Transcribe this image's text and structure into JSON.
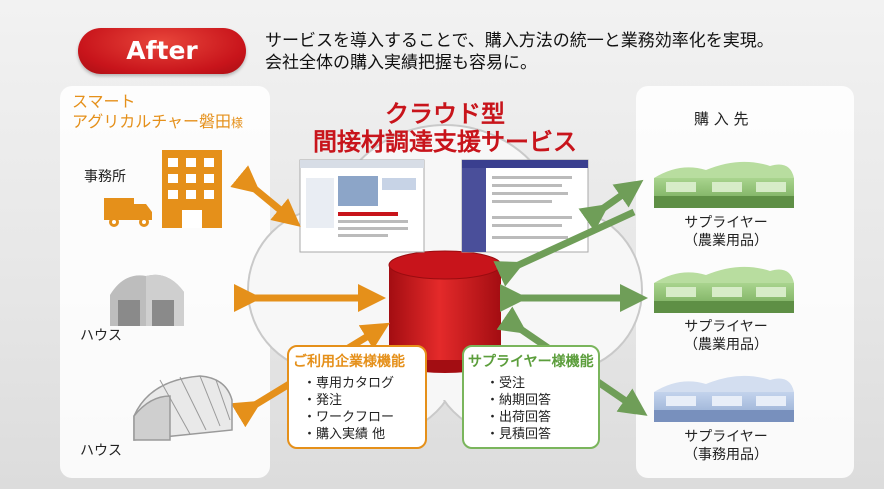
{
  "badge": "After",
  "headline": [
    "サービスを導入することで、購入方法の統一と業務効率化を実現。",
    "会社全体の購入実績把握も容易に。"
  ],
  "buyer": {
    "name_line1": "スマート",
    "name_line2": "アグリカルチャー磐田",
    "honorific": "様"
  },
  "locations": {
    "office": "事務所",
    "house1": "ハウス",
    "house2": "ハウス"
  },
  "service_title": [
    "クラウド型",
    "間接材調達支援サービス"
  ],
  "suppliers_title": "購 入 先",
  "suppliers": [
    {
      "name": "サプライヤー",
      "category": "（農業用品）"
    },
    {
      "name": "サプライヤー",
      "category": "（農業用品）"
    },
    {
      "name": "サプライヤー",
      "category": "（事務用品）"
    }
  ],
  "buyer_features": {
    "title": "ご利用企業様機能",
    "items": [
      "・専用カタログ",
      "・発注",
      "・ワークフロー",
      "・購入実績 他"
    ]
  },
  "supplier_features": {
    "title": "サプライヤー様機能",
    "items": [
      "・受注",
      "・納期回答",
      "・出荷回答",
      "・見積回答"
    ]
  },
  "colors": {
    "accent_red": "#c8141b",
    "orange": "#e5901a",
    "green": "#7ab55c",
    "arrow_orange": "#e5901a",
    "arrow_green": "#6f9e58"
  }
}
